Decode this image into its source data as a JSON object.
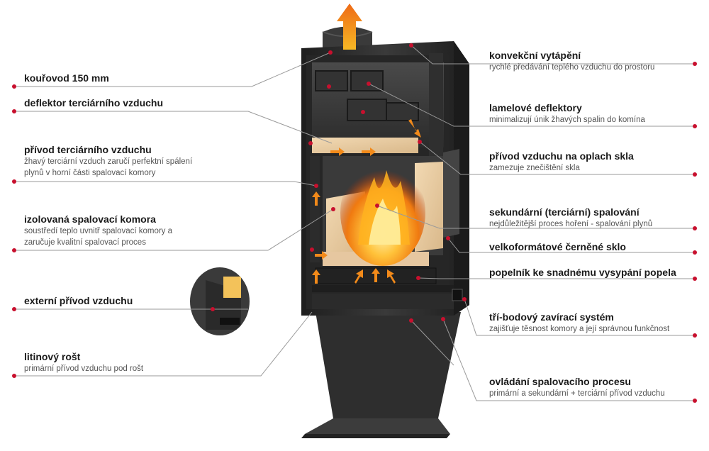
{
  "colors": {
    "accent": "#c8102e",
    "stove_body": "#2a2a2a",
    "firebrick": "#e8c9a0",
    "flame": "#f39a1e",
    "line": "#9a9a9a"
  },
  "left_labels": [
    {
      "title": "kouřovod 150 mm",
      "desc": []
    },
    {
      "title": "deflektor terciárního vzduchu",
      "desc": []
    },
    {
      "title": "přívod terciárního vzduchu",
      "desc": [
        "žhavý terciární vzduch zaručí perfektní spálení",
        "plynů v horní části spalovací komory"
      ]
    },
    {
      "title": "izolovaná spalovací komora",
      "desc": [
        "soustředí teplo uvnitř spalovací komory a",
        "zaručuje kvalitní spalovací proces"
      ]
    },
    {
      "title": "externí přívod vzduchu",
      "desc": []
    },
    {
      "title": "litinový rošt",
      "desc": [
        "primární přívod vzduchu pod rošt"
      ]
    }
  ],
  "right_labels": [
    {
      "title": "konvekční vytápění",
      "desc": [
        "rychlé předávání teplého vzduchu do prostoru"
      ]
    },
    {
      "title": "lamelové deflektory",
      "desc": [
        "minimalizují únik žhavých spalin do komína"
      ]
    },
    {
      "title": "přívod vzduchu na oplach skla",
      "desc": [
        "zamezuje znečištění skla"
      ]
    },
    {
      "title": "sekundární (terciární) spalování",
      "desc": [
        "nejdůležitější proces hoření - spalování plynů"
      ]
    },
    {
      "title": "velkoformátové černěné sklo",
      "desc": []
    },
    {
      "title": "popelník ke snadnému vysypání popela",
      "desc": []
    },
    {
      "title": "tří-bodový zavírací systém",
      "desc": [
        "zajišťuje těsnost komory a její správnou funkčnost"
      ]
    },
    {
      "title": "ovládání spalovacího procesu",
      "desc": [
        "primární a sekundární + terciární přívod vzduchu"
      ]
    }
  ]
}
